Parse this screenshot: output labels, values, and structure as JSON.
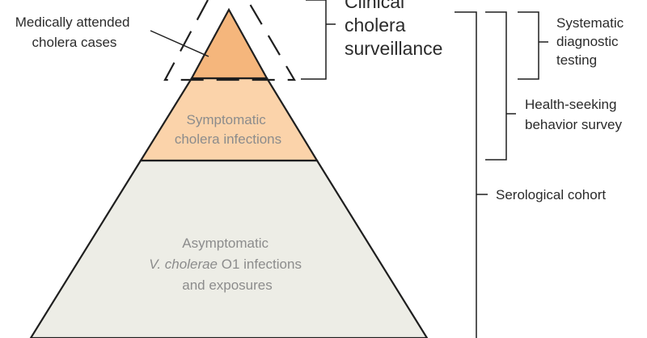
{
  "diagram": {
    "tiers": {
      "top": {
        "label": "Medically attended\ncholera cases",
        "color": "#f5b67c"
      },
      "middle": {
        "label": "Symptomatic\ncholera infections",
        "color": "#fbd3aa"
      },
      "base": {
        "line1": "Asymptomatic",
        "line2_italic": "V. cholerae",
        "line2_rest": " O1 infections",
        "line3": "and exposures",
        "color": "#ededE6"
      }
    },
    "surveillance_label": "Clinical\ncholera\nsurveillance",
    "brackets": {
      "systematic": "Systematic\ndiagnostic\ntesting",
      "health_seeking": "Health-seeking\nbehavior survey",
      "serological": "Serological cohort"
    },
    "colors": {
      "outline": "#1f1f1f",
      "text": "#2b2b2b",
      "muted_text": "#8c8c8c"
    }
  }
}
